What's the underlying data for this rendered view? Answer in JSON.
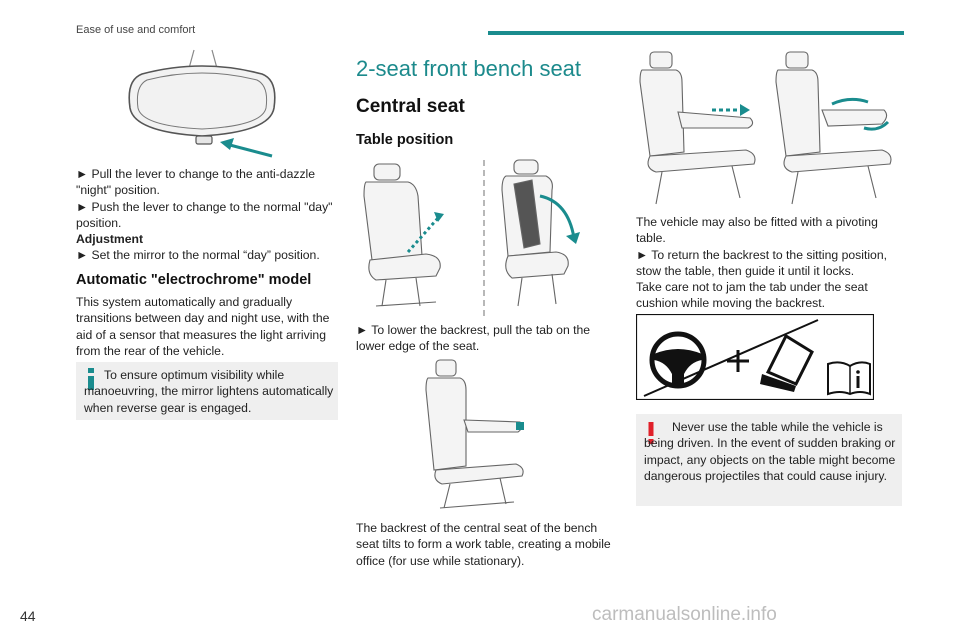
{
  "header": {
    "section": "Ease of use and comfort",
    "accent_color": "#1a8c8e"
  },
  "page_number": "44",
  "watermark": "carmanualsonline.info",
  "left_column": {
    "mirror_steps": [
      "► Pull the lever to change to the anti-dazzle \"night\" position.",
      "► Push the lever to change to the normal \"day\" position."
    ],
    "adjustment_label": "Adjustment",
    "adjustment_step": "► Set the mirror to the normal “day” position.",
    "electrochrome_heading": "Automatic \"electrochrome\" model",
    "electrochrome_text": "This system automatically and gradually transitions between day and night use, with the aid of a sensor that measures the light arriving from the rear of the vehicle.",
    "info_text": "To ensure optimum visibility while manoeuvring, the mirror lightens automatically when reverse gear is engaged."
  },
  "middle_column": {
    "title": "2-seat front bench seat",
    "central_seat_heading": "Central seat",
    "table_position_heading": "Table position",
    "lower_backrest_step": "► To lower the backrest, pull the tab on the lower edge of the seat.",
    "backrest_text": "The backrest of the central seat of the bench seat tilts to form a work table, creating a mobile office (for use while stationary)."
  },
  "right_column": {
    "pivot_text": "The vehicle may also be fitted with a pivoting table.",
    "return_step": "► To return the backrest to the sitting position, stow the table, then guide it until it locks.",
    "care_text": "Take care not to jam the tab under the seat cushion while moving the backrest.",
    "warning_text": "Never use the table while the vehicle is being driven. In the event of sudden braking or impact, any objects on the table might become dangerous projectiles that could cause injury."
  }
}
